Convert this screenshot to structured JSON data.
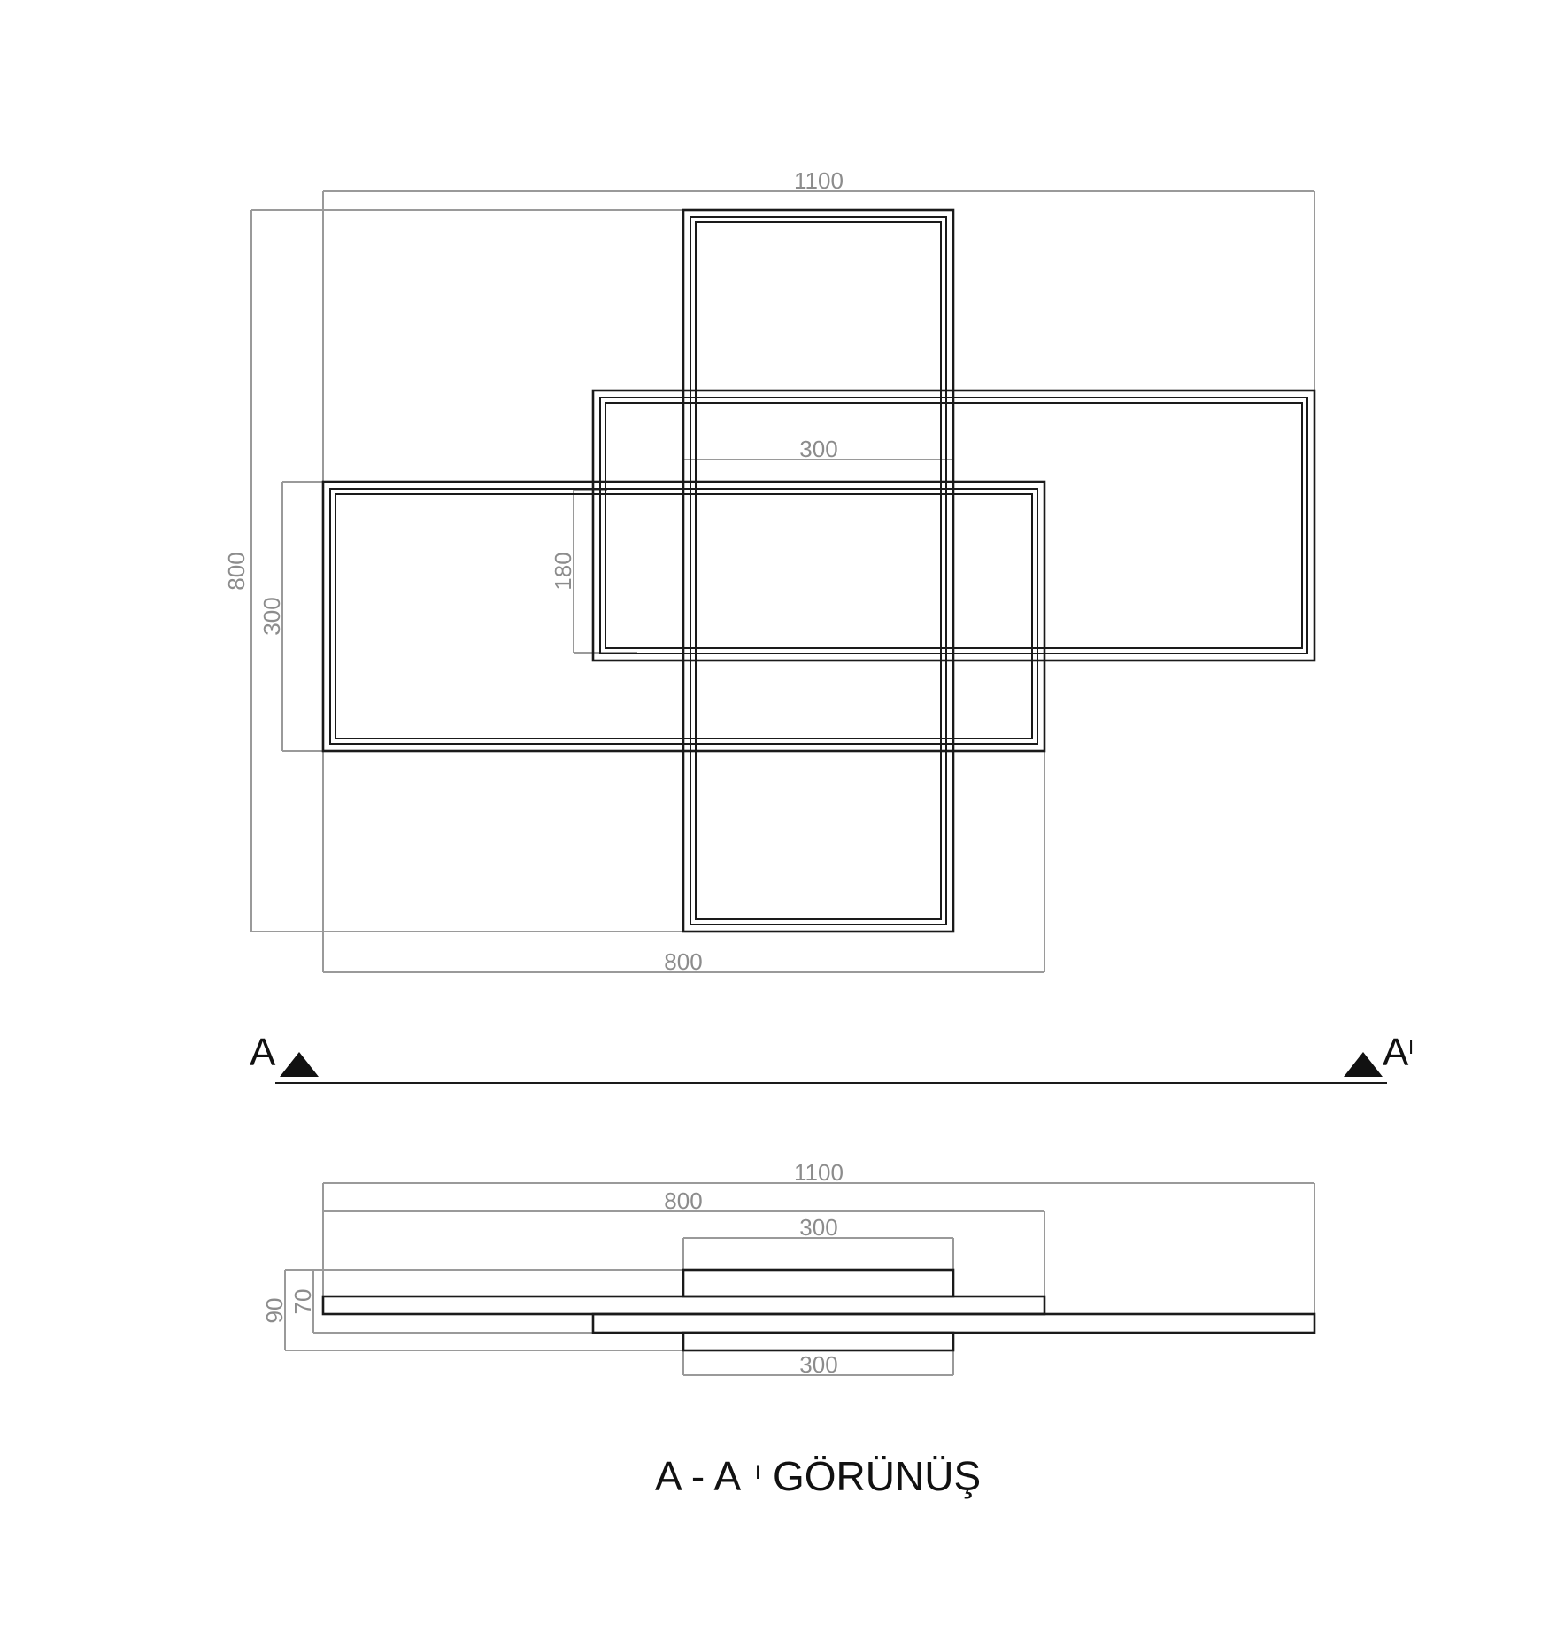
{
  "plan": {
    "dim_total_width": "1100",
    "dim_total_height": "800",
    "dim_left_frame_height": "300",
    "dim_center_width": "300",
    "dim_inner_height": "180",
    "dim_bottom_width": "800"
  },
  "section_marker": {
    "left_letter": "A",
    "right_letter": "A",
    "right_prime": "I"
  },
  "elevation": {
    "dim_total_width": "1100",
    "dim_mid_width": "800",
    "dim_top_width": "300",
    "dim_bottom_width": "300",
    "dim_height_outer": "90",
    "dim_height_inner": "70"
  },
  "title": {
    "prefix": "A - A",
    "prime": "I",
    "word": "GÖRÜNÜŞ"
  }
}
